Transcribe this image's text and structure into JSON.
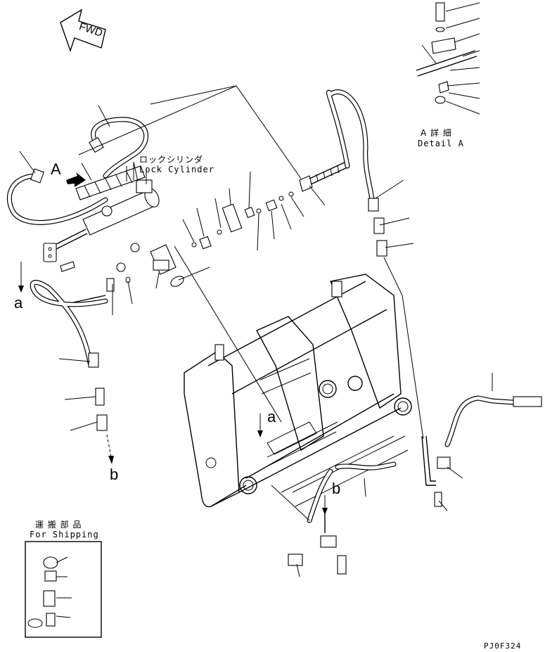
{
  "labels": {
    "fwd": "FWD",
    "view_a": "A",
    "lock_cylinder_jp": "ロックシリンダ",
    "lock_cylinder_en": "Lock Cylinder",
    "detail_jp": "A 詳 細",
    "detail_en": "Detail A",
    "shipping_jp": "運 搬 部 品",
    "shipping_en": "For Shipping",
    "ref_a_left": "a",
    "ref_a_center": "a",
    "ref_b_left": "b",
    "ref_b_center": "b",
    "drawing_code": "PJ0F324"
  }
}
